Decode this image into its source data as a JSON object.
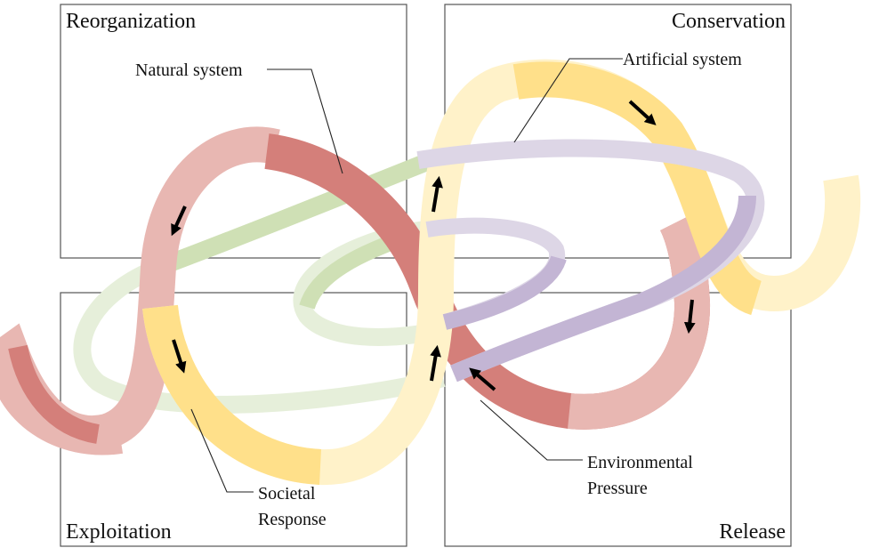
{
  "quadrants": {
    "top_left": "Reorganization",
    "top_right": "Conservation",
    "bottom_left": "Exploitation",
    "bottom_right": "Release"
  },
  "callouts": {
    "natural_system": "Natural system",
    "artificial_system": "Artificial system",
    "societal_response": [
      "Societal",
      "Response"
    ],
    "environmental_pressure": [
      "Environmental",
      "Pressure"
    ]
  },
  "colors": {
    "natural": "#d47f7a",
    "natural_light": "#e8b7b2",
    "artificial": "#ffe08a",
    "artificial_light": "#fff2c9",
    "societal": "#cfe0b5",
    "societal_light": "#e6efda",
    "environmental": "#c3b5d4",
    "environmental_light": "#ddd6e6",
    "box": "#555555",
    "arrow": "#000000"
  }
}
